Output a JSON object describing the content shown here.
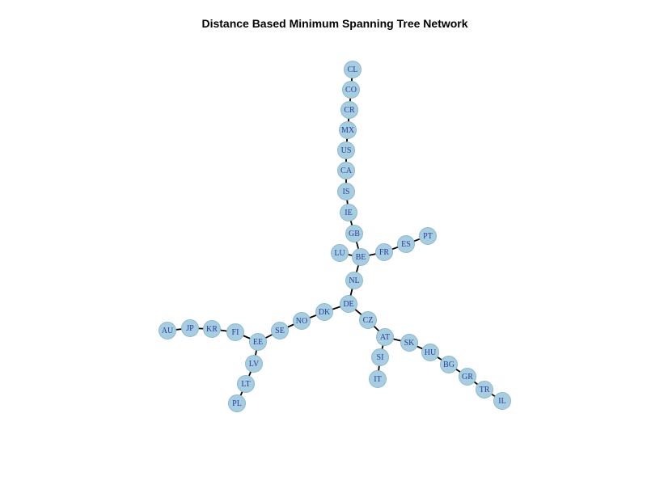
{
  "title": "Distance Based Minimum Spanning Tree Network",
  "colors": {
    "node_fill": "#a6cde0",
    "node_label": "#2a3d9a",
    "edge": "#000000"
  },
  "nodes": [
    {
      "id": "CL"
    },
    {
      "id": "CO"
    },
    {
      "id": "CR"
    },
    {
      "id": "MX"
    },
    {
      "id": "US"
    },
    {
      "id": "CA"
    },
    {
      "id": "IS"
    },
    {
      "id": "IE"
    },
    {
      "id": "GB"
    },
    {
      "id": "BE"
    },
    {
      "id": "LU"
    },
    {
      "id": "FR"
    },
    {
      "id": "ES"
    },
    {
      "id": "PT"
    },
    {
      "id": "NL"
    },
    {
      "id": "DE"
    },
    {
      "id": "DK"
    },
    {
      "id": "NO"
    },
    {
      "id": "SE"
    },
    {
      "id": "EE"
    },
    {
      "id": "FI"
    },
    {
      "id": "KR"
    },
    {
      "id": "JP"
    },
    {
      "id": "AU"
    },
    {
      "id": "LV"
    },
    {
      "id": "LT"
    },
    {
      "id": "PL"
    },
    {
      "id": "CZ"
    },
    {
      "id": "AT"
    },
    {
      "id": "SI"
    },
    {
      "id": "IT"
    },
    {
      "id": "SK"
    },
    {
      "id": "HU"
    },
    {
      "id": "BG"
    },
    {
      "id": "GR"
    },
    {
      "id": "TR"
    },
    {
      "id": "IL"
    }
  ],
  "edges": [
    [
      "CL",
      "CO"
    ],
    [
      "CO",
      "CR"
    ],
    [
      "CR",
      "MX"
    ],
    [
      "MX",
      "US"
    ],
    [
      "US",
      "CA"
    ],
    [
      "CA",
      "IS"
    ],
    [
      "IS",
      "IE"
    ],
    [
      "IE",
      "GB"
    ],
    [
      "GB",
      "BE"
    ],
    [
      "BE",
      "LU"
    ],
    [
      "BE",
      "FR"
    ],
    [
      "FR",
      "ES"
    ],
    [
      "ES",
      "PT"
    ],
    [
      "BE",
      "NL"
    ],
    [
      "NL",
      "DE"
    ],
    [
      "DE",
      "DK"
    ],
    [
      "DK",
      "NO"
    ],
    [
      "NO",
      "SE"
    ],
    [
      "SE",
      "EE"
    ],
    [
      "EE",
      "FI"
    ],
    [
      "FI",
      "KR"
    ],
    [
      "KR",
      "JP"
    ],
    [
      "JP",
      "AU"
    ],
    [
      "EE",
      "LV"
    ],
    [
      "LV",
      "LT"
    ],
    [
      "LT",
      "PL"
    ],
    [
      "DE",
      "CZ"
    ],
    [
      "CZ",
      "AT"
    ],
    [
      "AT",
      "SI"
    ],
    [
      "SI",
      "IT"
    ],
    [
      "AT",
      "SK"
    ],
    [
      "SK",
      "HU"
    ],
    [
      "HU",
      "BG"
    ],
    [
      "BG",
      "GR"
    ],
    [
      "GR",
      "TR"
    ],
    [
      "TR",
      "IL"
    ]
  ]
}
